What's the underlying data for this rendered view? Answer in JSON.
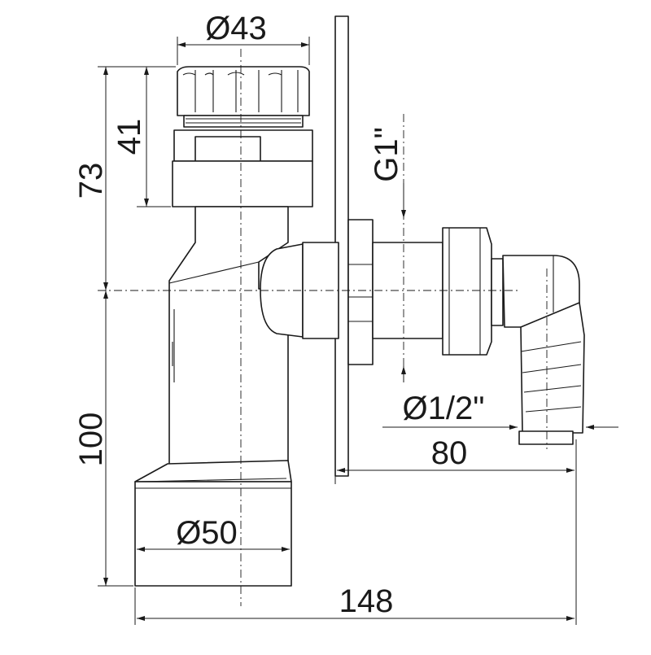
{
  "dimensions": {
    "cap_diameter": "Ø43",
    "cap_height": "41",
    "upper_height": "73",
    "thread": "G1\"",
    "hose_diameter": "Ø1/2\"",
    "wall_offset": "80",
    "lower_height": "100",
    "pipe_diameter": "Ø50",
    "total_width": "148"
  },
  "colors": {
    "line": "#1a1a1a",
    "background": "#ffffff"
  }
}
